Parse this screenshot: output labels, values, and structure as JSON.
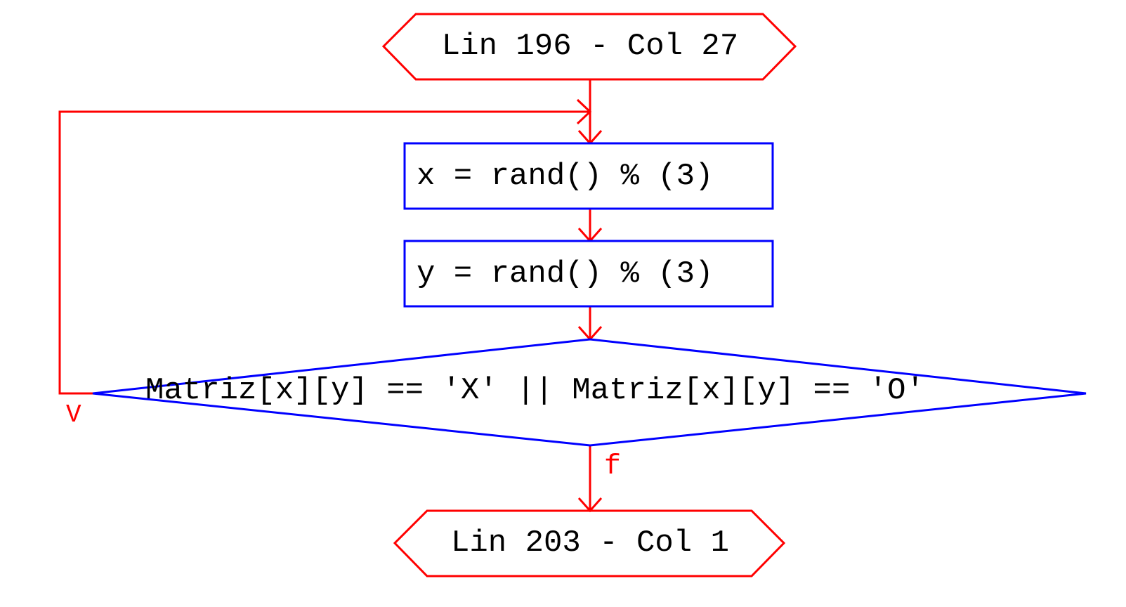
{
  "flowchart": {
    "start_terminal": {
      "label": "Lin 196 - Col 27"
    },
    "steps": [
      {
        "label": "x = rand() % (3)"
      },
      {
        "label": "y = rand() % (3)"
      }
    ],
    "decision": {
      "condition": "Matriz[x][y] == 'X' || Matriz[x][y] == 'O'",
      "true_label": "V",
      "false_label": "f"
    },
    "end_terminal": {
      "label": "Lin 203 - Col 1"
    }
  },
  "colors": {
    "terminal_and_connectors": "#ff0000",
    "process_and_decision": "#0000ff",
    "text": "#000000"
  }
}
